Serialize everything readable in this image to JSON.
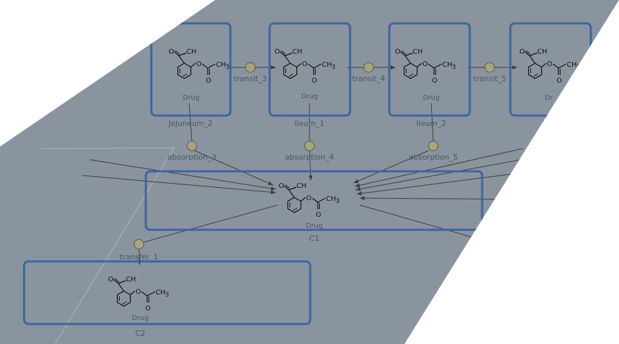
{
  "compartments": [
    {
      "id": "jejuneum2",
      "label": "Jejuneum_2",
      "species": "Drug"
    },
    {
      "id": "ileum1",
      "label": "Ileum_1",
      "species": "Drug"
    },
    {
      "id": "ileum2",
      "label": "Ileum_2",
      "species": "Drug"
    },
    {
      "id": "ileum3",
      "label": "Il",
      "species": "Dr"
    },
    {
      "id": "c1",
      "label": "C1",
      "species": "Drug"
    },
    {
      "id": "c2",
      "label": "C2",
      "species": "Drug"
    }
  ],
  "reactions": [
    {
      "id": "transit3",
      "label": "transit_3"
    },
    {
      "id": "transit4",
      "label": "transit_4"
    },
    {
      "id": "transit5",
      "label": "transit_5"
    },
    {
      "id": "absorption3",
      "label": "absorption_3"
    },
    {
      "id": "absorption4",
      "label": "absorption_4"
    },
    {
      "id": "absorption5",
      "label": "absorption_5"
    },
    {
      "id": "transfer1",
      "label": "transfer_1"
    }
  ],
  "molecule": {
    "aldehyde_label": "CH",
    "oxygen_label": "O",
    "methyl_label": "CH",
    "methyl_sub": "3"
  },
  "colors": {
    "canvas": "#8a949e",
    "compartment_border": "#3c64a0",
    "node_fill": "#a6a57c",
    "edge": "#3d3d3d",
    "label": "#4b5560",
    "ghost_line": "#aab1b8"
  }
}
